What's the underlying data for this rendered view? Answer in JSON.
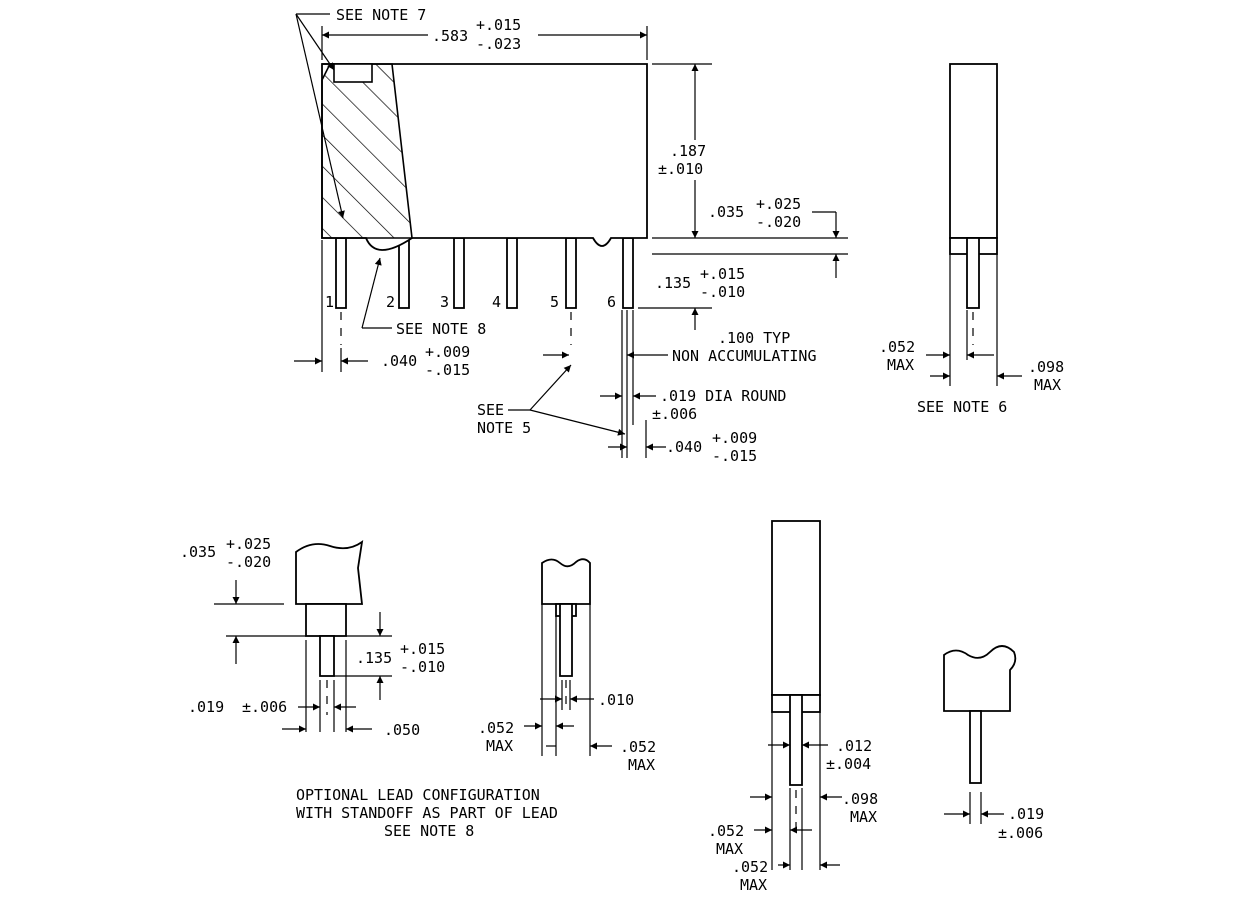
{
  "notes": {
    "see_note_7": "SEE NOTE 7",
    "see_note_8": "SEE NOTE 8",
    "see_note_5_line1": "SEE",
    "see_note_5_line2": "NOTE 5",
    "see_note_6": "SEE NOTE 6"
  },
  "main_view": {
    "width_nom": ".583",
    "width_plus": "+.015",
    "width_minus": "-.023",
    "height_nom": ".187",
    "height_tol": "±.010",
    "standoff_nom": ".035",
    "standoff_plus": "+.025",
    "standoff_minus": "-.020",
    "lead_len_nom": ".135",
    "lead_len_plus": "+.015",
    "lead_len_minus": "-.010",
    "pitch_line1": ".100 TYP",
    "pitch_line2": "NON ACCUMULATING",
    "lead_dia": ".019 DIA ROUND",
    "lead_dia_tol": "±.006",
    "end_lead_nom": ".040",
    "end_lead_plus": "+.009",
    "end_lead_minus": "-.015",
    "end_lead2_nom": ".040",
    "end_lead2_plus": "+.009",
    "end_lead2_minus": "-.015",
    "pins": [
      "1",
      "2",
      "3",
      "4",
      "5",
      "6"
    ]
  },
  "side_view": {
    "thk_nom": ".052",
    "thk_max": "MAX",
    "width_nom": ".098",
    "width_max": "MAX"
  },
  "optional": {
    "standoff_nom": ".035",
    "standoff_plus": "+.025",
    "standoff_minus": "-.020",
    "lead_len_nom": ".135",
    "lead_len_plus": "+.015",
    "lead_len_minus": "-.010",
    "lead_dia": ".019",
    "lead_dia_tol": "±.006",
    "standoff_w": ".050",
    "caption_line1": "OPTIONAL LEAD CONFIGURATION",
    "caption_line2": "WITH STANDOFF AS PART OF LEAD",
    "caption_line3": "SEE NOTE 8"
  },
  "detail_b": {
    "lead_w": ".010",
    "left_nom": ".052",
    "left_max": "MAX",
    "right_nom": ".052",
    "right_max": "MAX"
  },
  "detail_c": {
    "lead_nom": ".012",
    "lead_tol": "±.004",
    "w_nom": ".098",
    "w_max": "MAX",
    "a_nom": ".052",
    "a_max": "MAX",
    "b_nom": ".052",
    "b_max": "MAX"
  },
  "detail_d": {
    "dia_nom": ".019",
    "dia_tol": "±.006"
  }
}
